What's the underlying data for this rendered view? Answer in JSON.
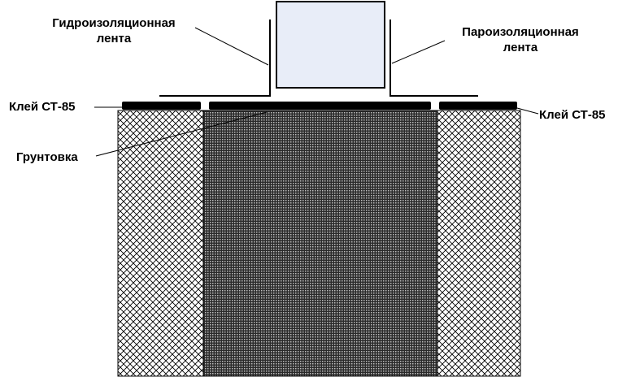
{
  "labels": {
    "waterproof_tape_line1": "Гидроизоляционная",
    "waterproof_tape_line2": "лента",
    "vapor_tape_line1": "Пароизоляционная",
    "vapor_tape_line2": "лента",
    "glue_left": "Клей СТ-85",
    "glue_right": "Клей СТ-85",
    "primer": "Грунтовка"
  },
  "colors": {
    "frame_fill": "#e8edf8",
    "insulation_hatch": "#000000",
    "wall_pattern": "#000000",
    "tape": "#000000"
  }
}
